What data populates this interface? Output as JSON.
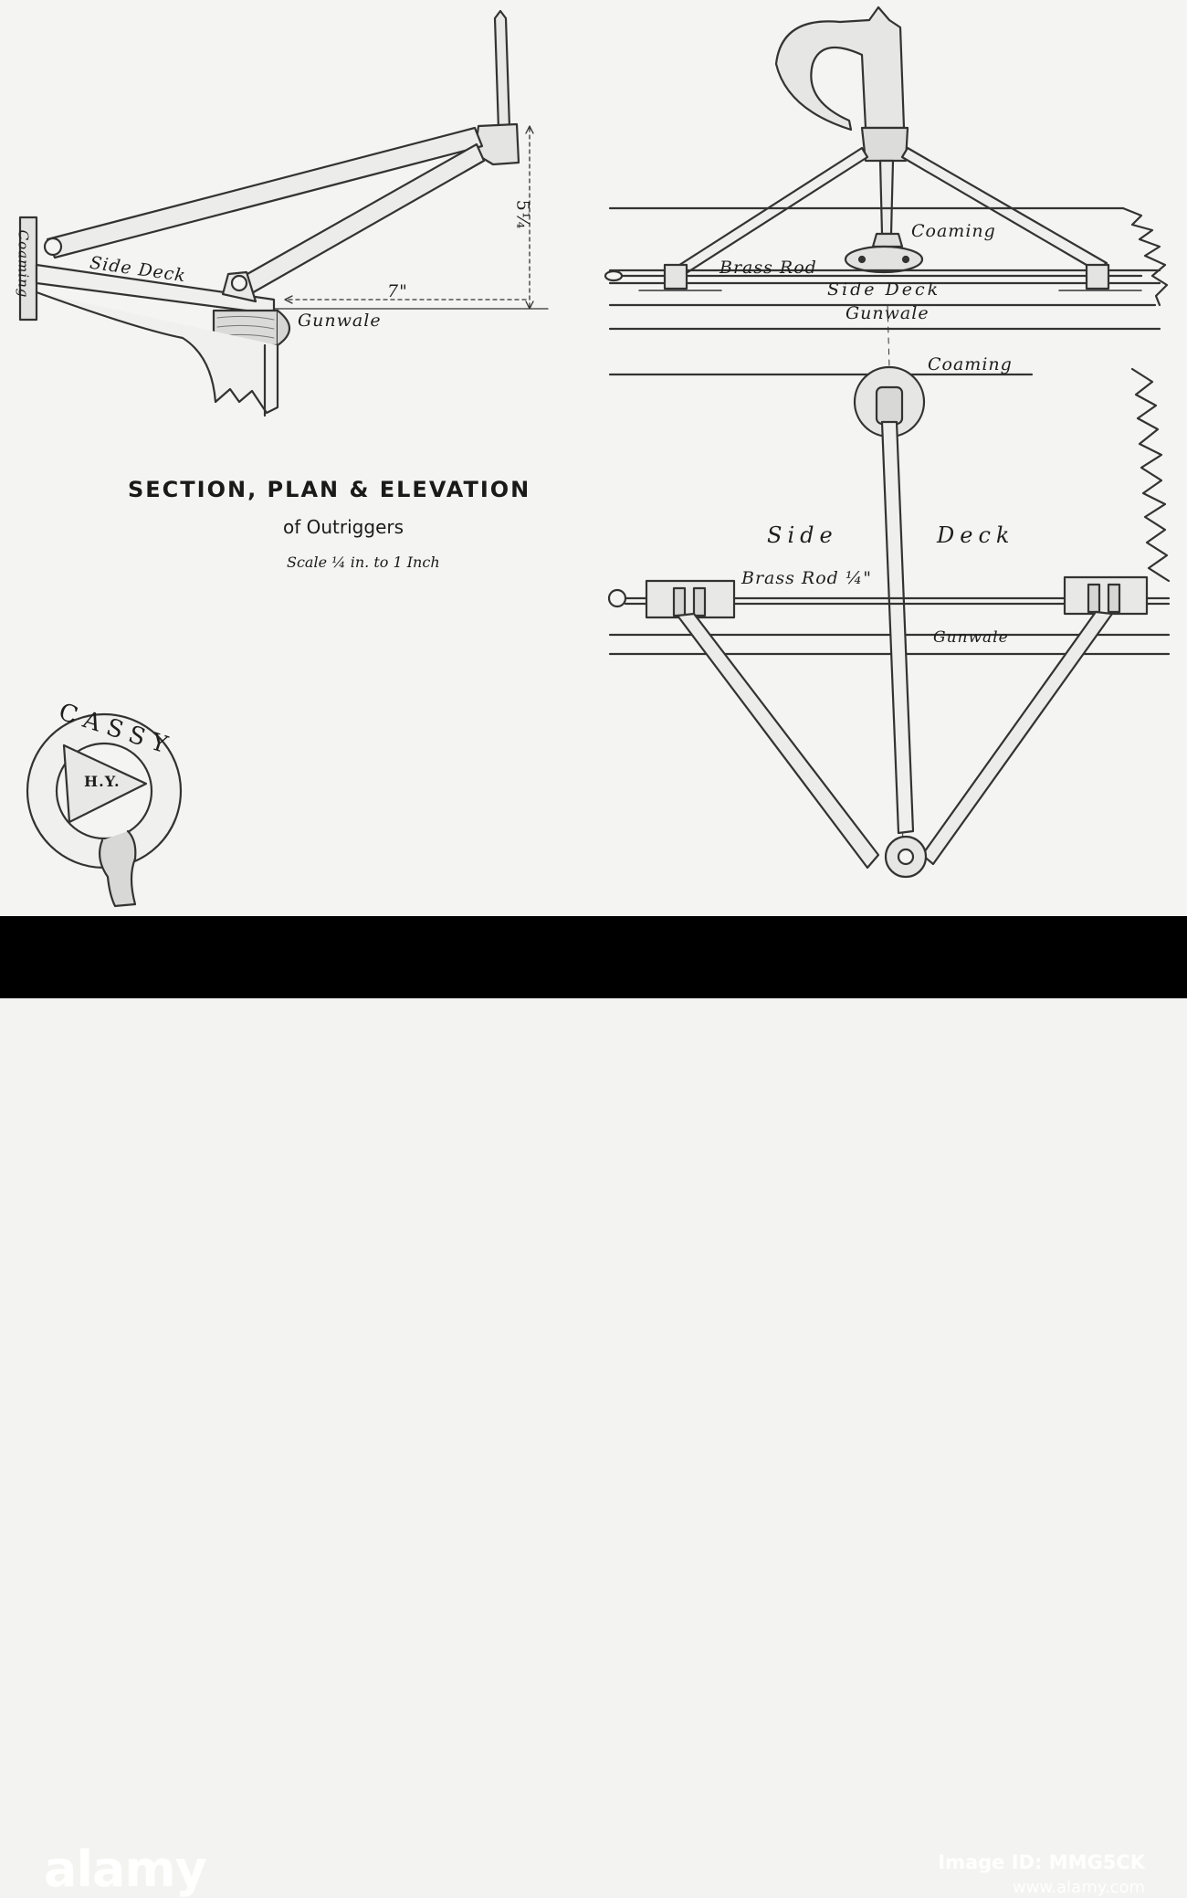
{
  "diagram": {
    "title": "SECTION, PLAN & ELEVATION",
    "subtitle": "of Outriggers",
    "scale_note": "Scale ¼ in. to 1 Inch",
    "section_labels": {
      "coaming": "Coaming",
      "side_deck": "Side Deck",
      "height_dim": "5¼",
      "width_dim": "7\"",
      "gunwale": "Gunwale"
    },
    "elevation_labels": {
      "coaming": "Coaming",
      "brass_rod": "Brass Rod",
      "side_deck": "Side Deck",
      "gunwale": "Gunwale"
    },
    "plan_labels": {
      "coaming": "Coaming",
      "side": "Side",
      "deck": "Deck",
      "brass_rod": "Brass Rod ¼\"",
      "gunwale": "Gunwale"
    },
    "emblem_text": "CASSY",
    "emblem_pennant": "H.Y."
  },
  "footer": {
    "brand": "alamy",
    "image_id": "Image ID: MMG5CK",
    "url": "www.alamy.com"
  }
}
